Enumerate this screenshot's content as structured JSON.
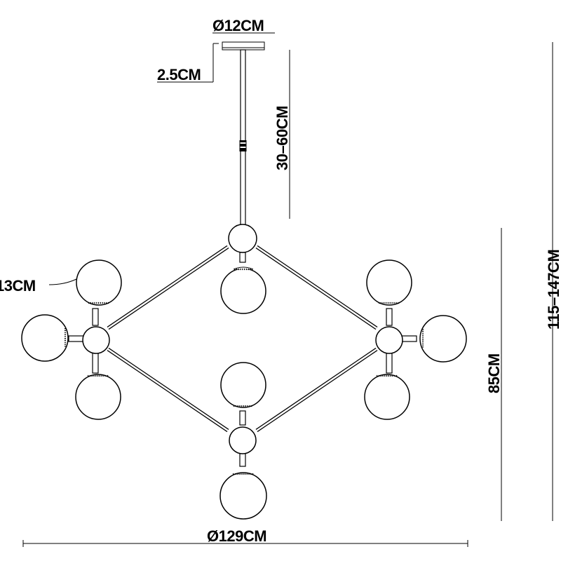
{
  "dimensions": {
    "canopy_diameter": "Ø12CM",
    "canopy_height": "2.5CM",
    "rod_length": "30–60CM",
    "globe_diameter": "13CM",
    "fixture_height": "85CM",
    "total_height": "115–147CM",
    "fixture_diameter": "Ø129CM"
  }
}
